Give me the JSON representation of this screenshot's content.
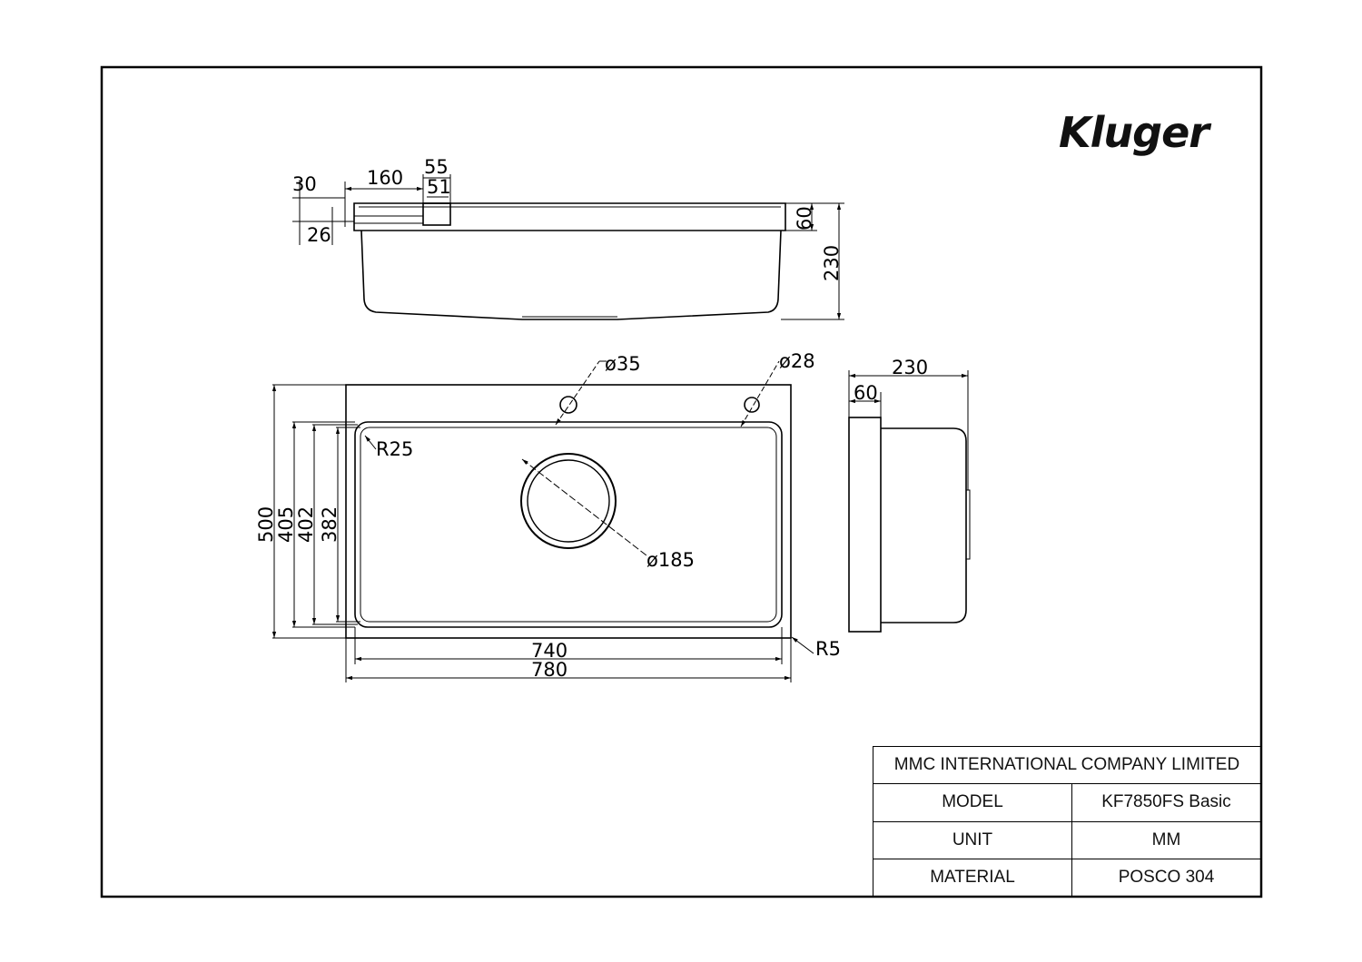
{
  "logo": {
    "text": "Kluger",
    "icon": "kluger-logo"
  },
  "side_view": {
    "dims": {
      "d30": "30",
      "d160": "160",
      "d55": "55",
      "d51": "51",
      "d26": "26",
      "d60": "60",
      "d230": "230"
    }
  },
  "top_view": {
    "dims": {
      "dia35": "ø35",
      "dia28": "ø28",
      "r25": "R25",
      "dia185": "ø185",
      "d500": "500",
      "d405": "405",
      "d402": "402",
      "d382": "382",
      "d740": "740",
      "d780": "780",
      "r5": "R5"
    }
  },
  "end_view": {
    "dims": {
      "d230": "230",
      "d60": "60"
    }
  },
  "title_block": {
    "company": "MMC INTERNATIONAL COMPANY LIMITED",
    "rows": [
      {
        "label": "MODEL",
        "value": "KF7850FS Basic"
      },
      {
        "label": "UNIT",
        "value": "MM"
      },
      {
        "label": "MATERIAL",
        "value": "POSCO 304"
      }
    ]
  }
}
